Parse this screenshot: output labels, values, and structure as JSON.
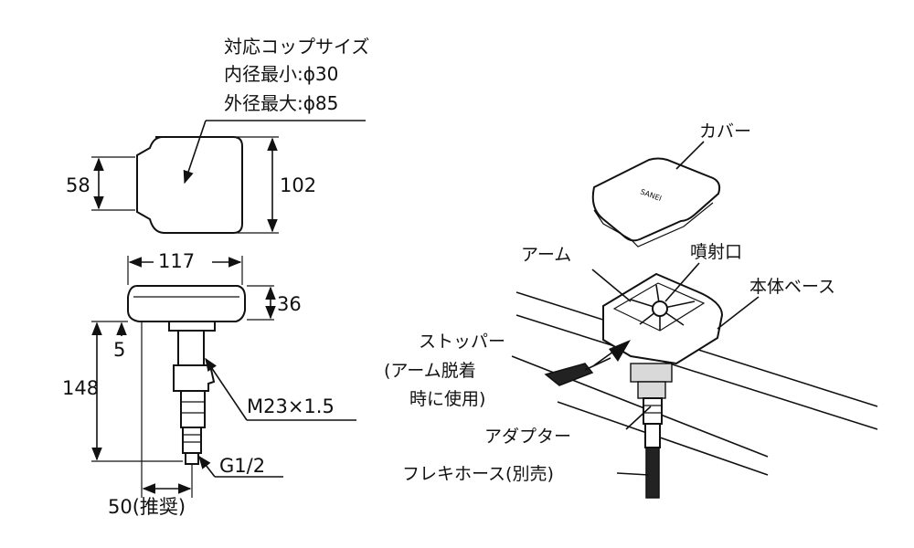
{
  "spec": {
    "title": "対応コップサイズ",
    "inner": "内径最小:ϕ30",
    "outer": "外径最大:ϕ85"
  },
  "dims": {
    "d58": "58",
    "d102": "102",
    "d117": "117",
    "d36": "36",
    "d5": "5",
    "d148": "148",
    "d50": "50(推奨)",
    "thread_m": "M23×1.5",
    "thread_g": "G1/2"
  },
  "labels": {
    "cover": "カバー",
    "arm": "アーム",
    "nozzle": "噴射口",
    "base": "本体ベース",
    "stopper_1": "ストッパー",
    "stopper_2": "(アーム脱着",
    "stopper_3": "時に使用)",
    "adapter": "アダプター",
    "hose": "フレキホース(別売)"
  },
  "cover_logo": "SANEI"
}
